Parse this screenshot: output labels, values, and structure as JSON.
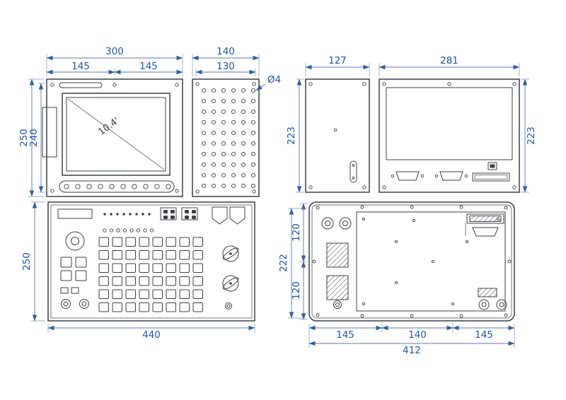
{
  "drawing_title": "control-unit-dimensional-drawing",
  "colors": {
    "dimension_text": "#1d57a9",
    "dimension_line": "#5b79a8",
    "drawing_line": "#3a3f47",
    "background": "#ffffff"
  },
  "views": {
    "display_front": {
      "dim_width_total": "300",
      "dim_width_left": "145",
      "dim_width_right": "145",
      "dim_height_outer": "250",
      "dim_height_inner": "240",
      "screen_diagonal_label": "10.4'"
    },
    "display_side": {
      "dim_width_total": "140",
      "dim_width_inner": "130",
      "hole_diameter_label": "Ø4"
    },
    "rear_small": {
      "dim_width": "127",
      "dim_height": "223"
    },
    "rear_large": {
      "dim_width": "281",
      "dim_height": "223"
    },
    "keyboard_front": {
      "dim_height": "250",
      "dim_width": "440"
    },
    "keyboard_back": {
      "dim_height_upper": "120",
      "dim_height_lower": "120",
      "dim_height_total": "222",
      "dim_width_left": "145",
      "dim_width_center": "140",
      "dim_width_right": "145",
      "dim_width_total": "412"
    }
  }
}
